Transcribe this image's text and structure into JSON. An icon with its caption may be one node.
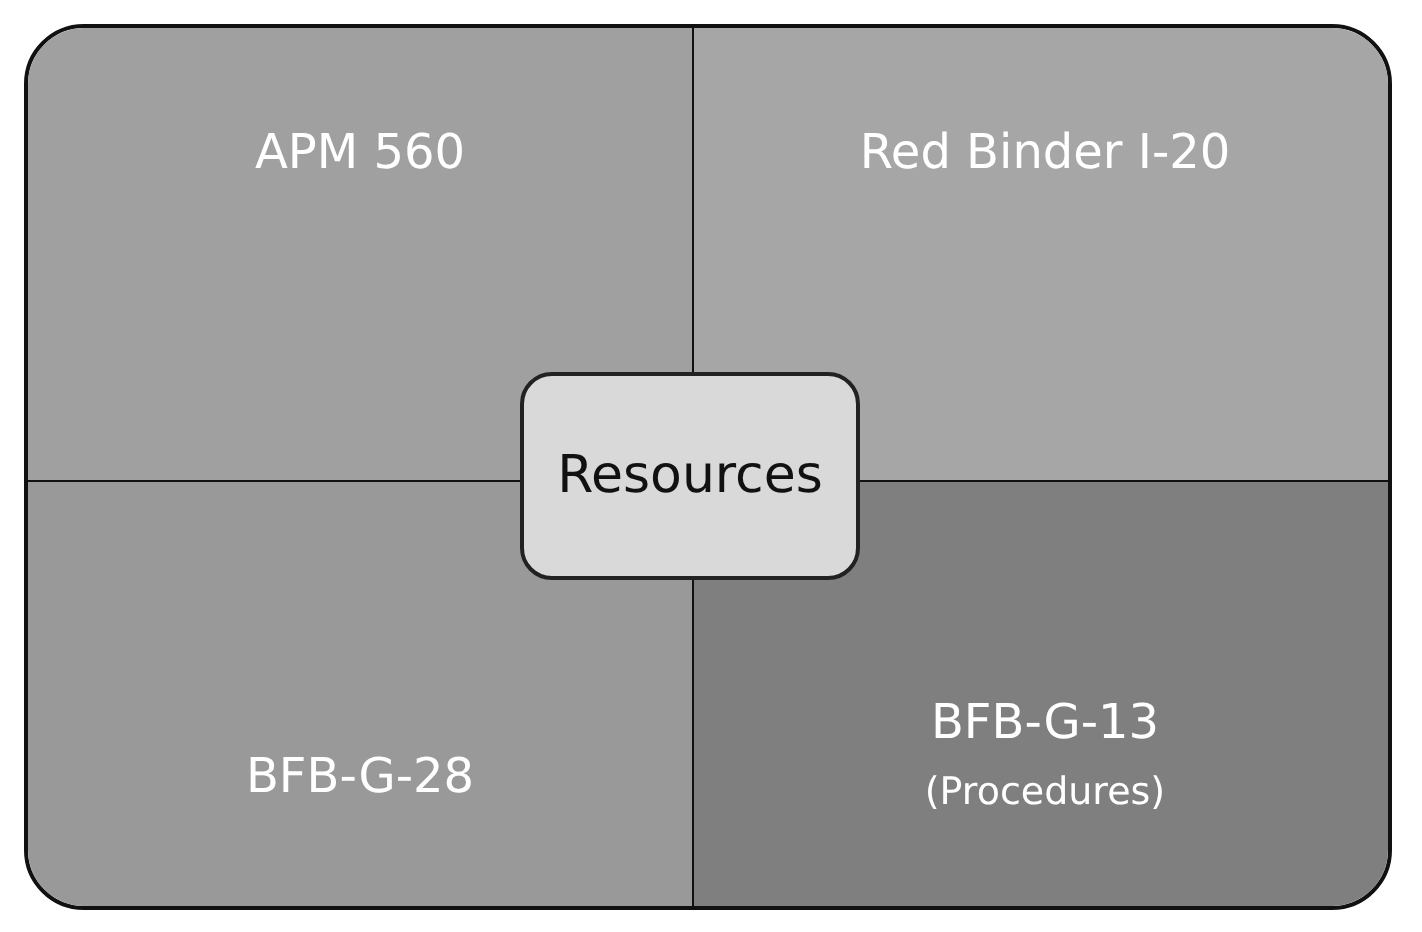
{
  "diagram": {
    "nodes": [
      {
        "text": [
          "APM 560"
        ]
      },
      {
        "text": [
          "Red Binder I-20"
        ]
      },
      {
        "text": [
          "BFB-G-28"
        ]
      },
      {
        "text": [
          "BFB-G-13",
          "(Procedures)"
        ]
      },
      {
        "text": [
          "Resources"
        ]
      }
    ]
  }
}
